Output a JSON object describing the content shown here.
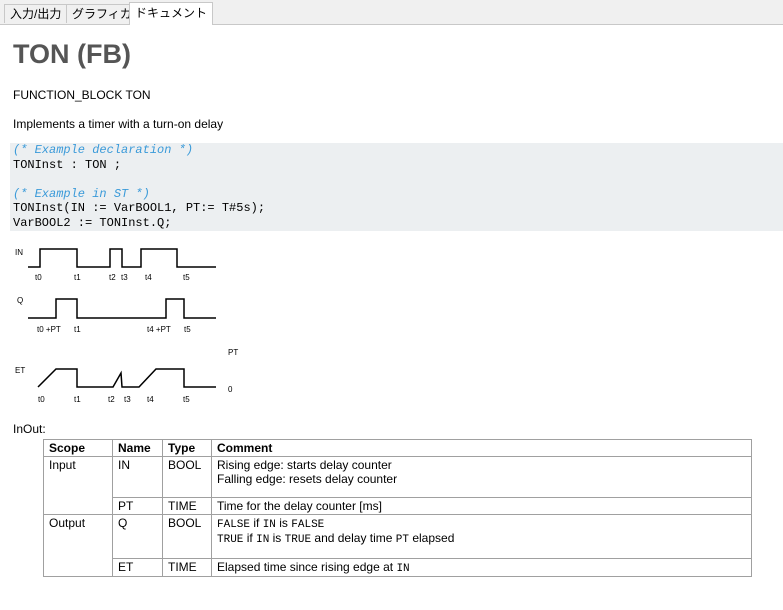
{
  "tabs": [
    {
      "label": "入力/出力"
    },
    {
      "label": "グラフィカル"
    },
    {
      "label": "ドキュメント"
    }
  ],
  "doc": {
    "title": "TON (FB)",
    "declaration": "FUNCTION_BLOCK TON",
    "description": "Implements a timer with a turn-on delay",
    "inout_heading": "InOut:"
  },
  "code": {
    "comment1": "(* Example declaration *)",
    "line1": "TONInst : TON ;",
    "comment2": "(* Example in ST *)",
    "line2": "TONInst(IN := VarBOOL1, PT:= T#5s);",
    "line3": "VarBOOL2 := TONInst.Q;"
  },
  "timing_diagram": {
    "signals": {
      "in": "IN",
      "q": "Q",
      "et": "ET"
    },
    "labels": {
      "pt": "PT",
      "zero": "0"
    },
    "in_ticks": [
      "t0",
      "t1",
      "t2",
      "t3",
      "t4",
      "t5"
    ],
    "q_ticks": [
      "t0 +PT",
      "t1",
      "t4 +PT",
      "t5"
    ],
    "et_ticks": [
      "t0",
      "t1",
      "t2",
      "t3",
      "t4",
      "t5"
    ]
  },
  "table": {
    "headers": [
      "Scope",
      "Name",
      "Type",
      "Comment"
    ],
    "rows": [
      {
        "scope": "Input",
        "name": "IN",
        "type": "BOOL",
        "comment_line1": "Rising edge: starts delay counter",
        "comment_line2": "Falling edge: resets delay counter"
      },
      {
        "scope": "",
        "name": "PT",
        "type": "TIME",
        "comment_line1": "Time for the delay counter [ms]"
      },
      {
        "scope": "Output",
        "name": "Q",
        "type": "BOOL",
        "c1": {
          "kw1": "FALSE",
          "t1": "if",
          "kw2": "IN",
          "t2": "is",
          "kw3": "FALSE"
        },
        "c2": {
          "kw1": "TRUE",
          "t1": "if",
          "kw2": "IN",
          "t2": "is",
          "kw3": "TRUE",
          "t3": "and delay time",
          "kw4": "PT",
          "t4": "elapsed"
        }
      },
      {
        "scope": "",
        "name": "ET",
        "type": "TIME",
        "c": {
          "t1": "Elapsed time since rising edge at",
          "kw1": "IN"
        }
      }
    ]
  }
}
